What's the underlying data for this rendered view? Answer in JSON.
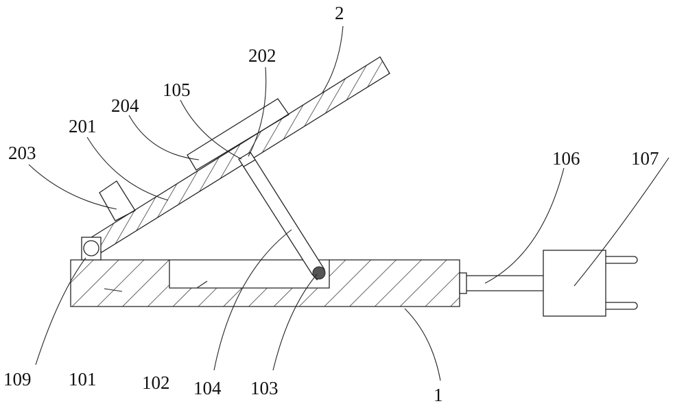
{
  "figure": {
    "type": "patent-mechanical-drawing",
    "colors": {
      "line": "#222222",
      "background": "#ffffff"
    },
    "labels": {
      "panel": "2",
      "l202": "202",
      "l105": "105",
      "l204": "204",
      "l201": "201",
      "l203": "203",
      "l109": "109",
      "l101": "101",
      "l102": "102",
      "l104": "104",
      "l103": "103",
      "base": "1",
      "l106": "106",
      "l107": "107"
    }
  }
}
